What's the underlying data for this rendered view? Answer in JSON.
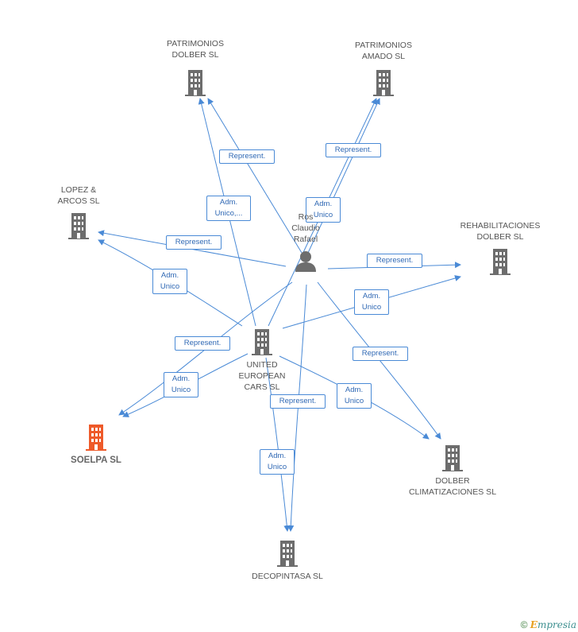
{
  "colors": {
    "edge": "#4a8ad6",
    "building": "#6d6d6d",
    "highlight": "#ee5a2a",
    "person": "#6d6d6d"
  },
  "nodes": {
    "person": {
      "label": "Ros\nClaudio\nRafael"
    },
    "patrimonios_dolber": {
      "label": "PATRIMONIOS\nDOLBER SL"
    },
    "patrimonios_amado": {
      "label": "PATRIMONIOS\nAMADO SL"
    },
    "lopez_arcos": {
      "label": "LOPEZ &\nARCOS SL"
    },
    "rehabilitaciones": {
      "label": "REHABILITACIONES\nDOLBER SL"
    },
    "united": {
      "label": "UNITED\nEUROPEAN\nCARS  SL"
    },
    "soelpa": {
      "label": "SOELPA SL"
    },
    "dolber_clim": {
      "label": "DOLBER\nCLIMATIZACIONES SL"
    },
    "decopintasa": {
      "label": "DECOPINTASA SL"
    }
  },
  "edge_labels": {
    "e1": "Represent.",
    "e2": "Adm.\nUnico,...",
    "e3": "Represent.",
    "e4": "Adm.\nUnico",
    "e5": "Represent.",
    "e6": "Adm.\nUnico",
    "e7": "Represent.",
    "e8": "Adm.\nUnico",
    "e9": "Represent.",
    "e10": "Adm.\nUnico",
    "e11": "Represent.",
    "e12": "Adm.\nUnico",
    "e13": "Represent.",
    "e14": "Adm.\nUnico"
  },
  "footer": {
    "copyright": "©",
    "brand_initial": "E",
    "brand_rest": "mpresia"
  }
}
